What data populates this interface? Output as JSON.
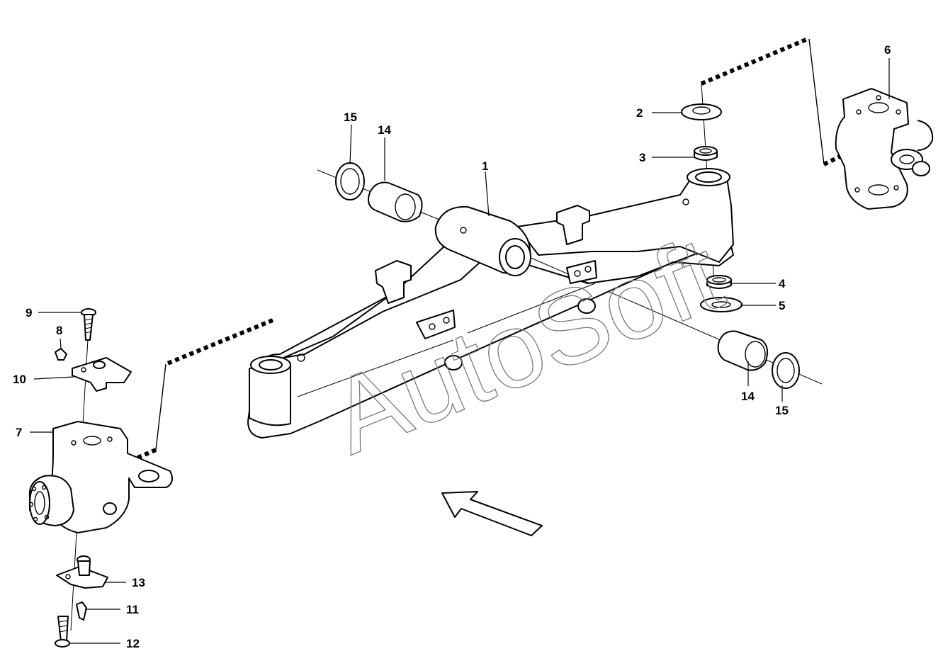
{
  "watermark": "AutoSoft",
  "callouts": [
    {
      "id": "c1",
      "label": "1"
    },
    {
      "id": "c2",
      "label": "2"
    },
    {
      "id": "c3",
      "label": "3"
    },
    {
      "id": "c4",
      "label": "4"
    },
    {
      "id": "c5",
      "label": "5"
    },
    {
      "id": "c6",
      "label": "6"
    },
    {
      "id": "c7",
      "label": "7"
    },
    {
      "id": "c8",
      "label": "8"
    },
    {
      "id": "c9",
      "label": "9"
    },
    {
      "id": "c10",
      "label": "10"
    },
    {
      "id": "c11",
      "label": "11"
    },
    {
      "id": "c12",
      "label": "12"
    },
    {
      "id": "c13",
      "label": "13"
    },
    {
      "id": "c14a",
      "label": "14"
    },
    {
      "id": "c14b",
      "label": "14"
    },
    {
      "id": "c15a",
      "label": "15"
    },
    {
      "id": "c15b",
      "label": "15"
    }
  ]
}
